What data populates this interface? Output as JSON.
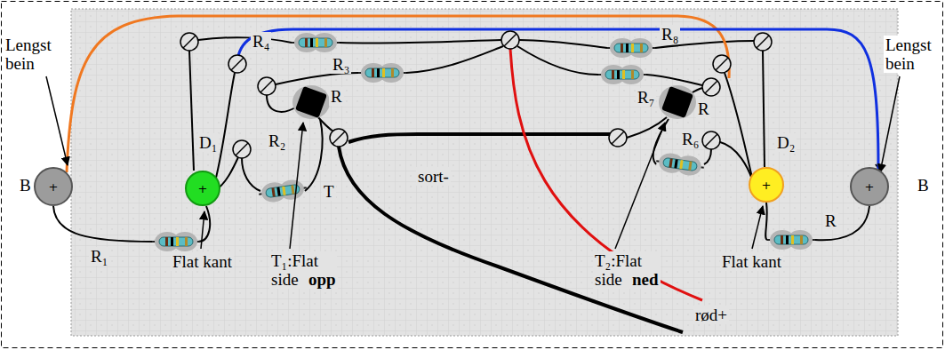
{
  "diagram": {
    "nodes": [
      {
        "text": [
          "+"
        ]
      },
      {
        "text": [
          "+"
        ]
      },
      {
        "text": [
          "+"
        ]
      },
      {
        "text": [
          "+"
        ]
      }
    ],
    "labels": [
      "Lengst bein",
      "Lengst bein",
      "R₄",
      "R₈",
      "R₃",
      "R₇",
      "D₁",
      "D₂",
      "R",
      "R",
      "R₂",
      "R₆",
      "B",
      "B",
      "sort-",
      "T",
      "R₁",
      "Flat kant",
      "T₁:Flat side",
      "opp",
      "T₂:Flat side",
      "ned",
      "Flat kant",
      "R",
      "rød+"
    ]
  }
}
